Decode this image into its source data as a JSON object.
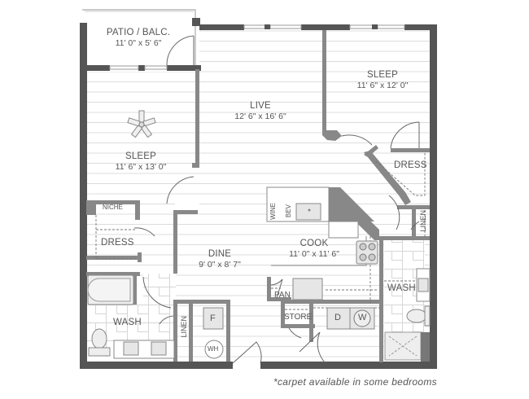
{
  "floor_plan": {
    "rooms": [
      {
        "id": "patio",
        "name": "PATIO / BALC.",
        "dimensions": "11' 0\" x 5' 6\""
      },
      {
        "id": "live",
        "name": "LIVE",
        "dimensions": "12' 6\" x 16' 6\""
      },
      {
        "id": "sleep_right",
        "name": "SLEEP",
        "dimensions": "11' 6\" x 12' 0\""
      },
      {
        "id": "sleep_left",
        "name": "SLEEP",
        "dimensions": "11' 6\" x 13' 0\""
      },
      {
        "id": "dine",
        "name": "DINE",
        "dimensions": "9' 0\" x 8' 7\""
      },
      {
        "id": "cook",
        "name": "COOK",
        "dimensions": "11' 0\" x 11' 6\""
      }
    ],
    "spaces": {
      "dress_left": "DRESS",
      "dress_right": "DRESS",
      "niche": "NICHE",
      "wash_left": "WASH",
      "wash_right": "WASH",
      "linen_left": "LINEN",
      "linen_right": "LINEN",
      "pantry": "PAN",
      "store": "STORE",
      "wine": "WINE",
      "bev": "BEV"
    },
    "fixtures": {
      "furnace": "F",
      "water_heater": "WH",
      "dryer": "D",
      "washer": "W"
    },
    "colors": {
      "exterior_wall": "#555555",
      "interior_wall": "#888888",
      "floor_lines": "#dddddd",
      "text": "#555555",
      "fixture_fill": "#e6e6e6"
    }
  },
  "footnote": "*carpet available in some bedrooms"
}
